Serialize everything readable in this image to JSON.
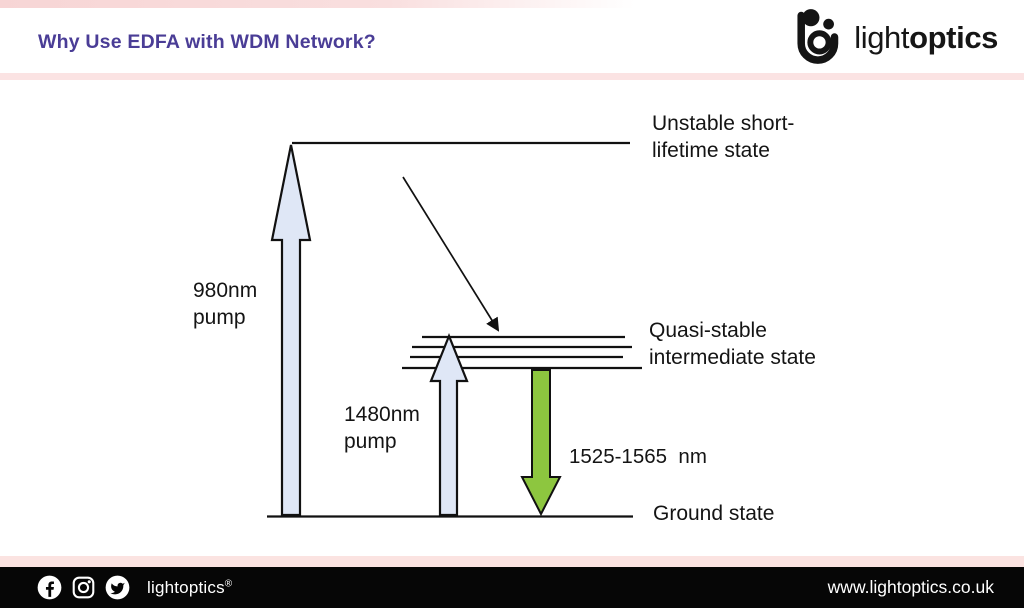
{
  "header": {
    "title": "Why Use EDFA with WDM Network?",
    "logo_light": "light",
    "logo_bold": "optics"
  },
  "diagram": {
    "labels": {
      "unstable": "Unstable short-\nlifetime state",
      "quasi": "Quasi-stable\nintermediate state",
      "ground": "Ground state",
      "pump_980": "980nm\npump",
      "pump_1480": "1480nm\npump",
      "emission": "1525-1565  nm"
    },
    "colors": {
      "pump_fill": "#dfe7f6",
      "emission_fill": "#8dc63f",
      "line": "#111111"
    }
  },
  "footer": {
    "brand": "lightoptics",
    "reg": "®",
    "website": "www.lightoptics.co.uk",
    "icons": {
      "facebook": "facebook-icon",
      "instagram": "instagram-icon",
      "twitter": "twitter-icon"
    }
  },
  "theme": {
    "accent_purple": "#4a3d96",
    "accent_pink": "#f8dcdc",
    "footer_bg": "#060606"
  }
}
